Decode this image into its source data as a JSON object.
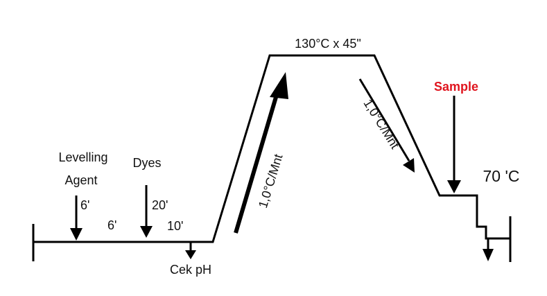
{
  "labels": {
    "levelling_agent_line1": "Levelling",
    "levelling_agent_line2": "Agent",
    "dyes": "Dyes",
    "time_6a": "6'",
    "time_6b": "6'",
    "time_20": "20'",
    "time_10": "10'",
    "cek_ph": "Cek pH",
    "hold": "130°C x 45\"",
    "heat_rate": "1,0°C/Mnt",
    "cool_rate": "1,0°C/Mnt",
    "sample": "Sample",
    "final_temp": "70 'C"
  },
  "colors": {
    "line": "#000000",
    "sample": "#e0141e"
  }
}
